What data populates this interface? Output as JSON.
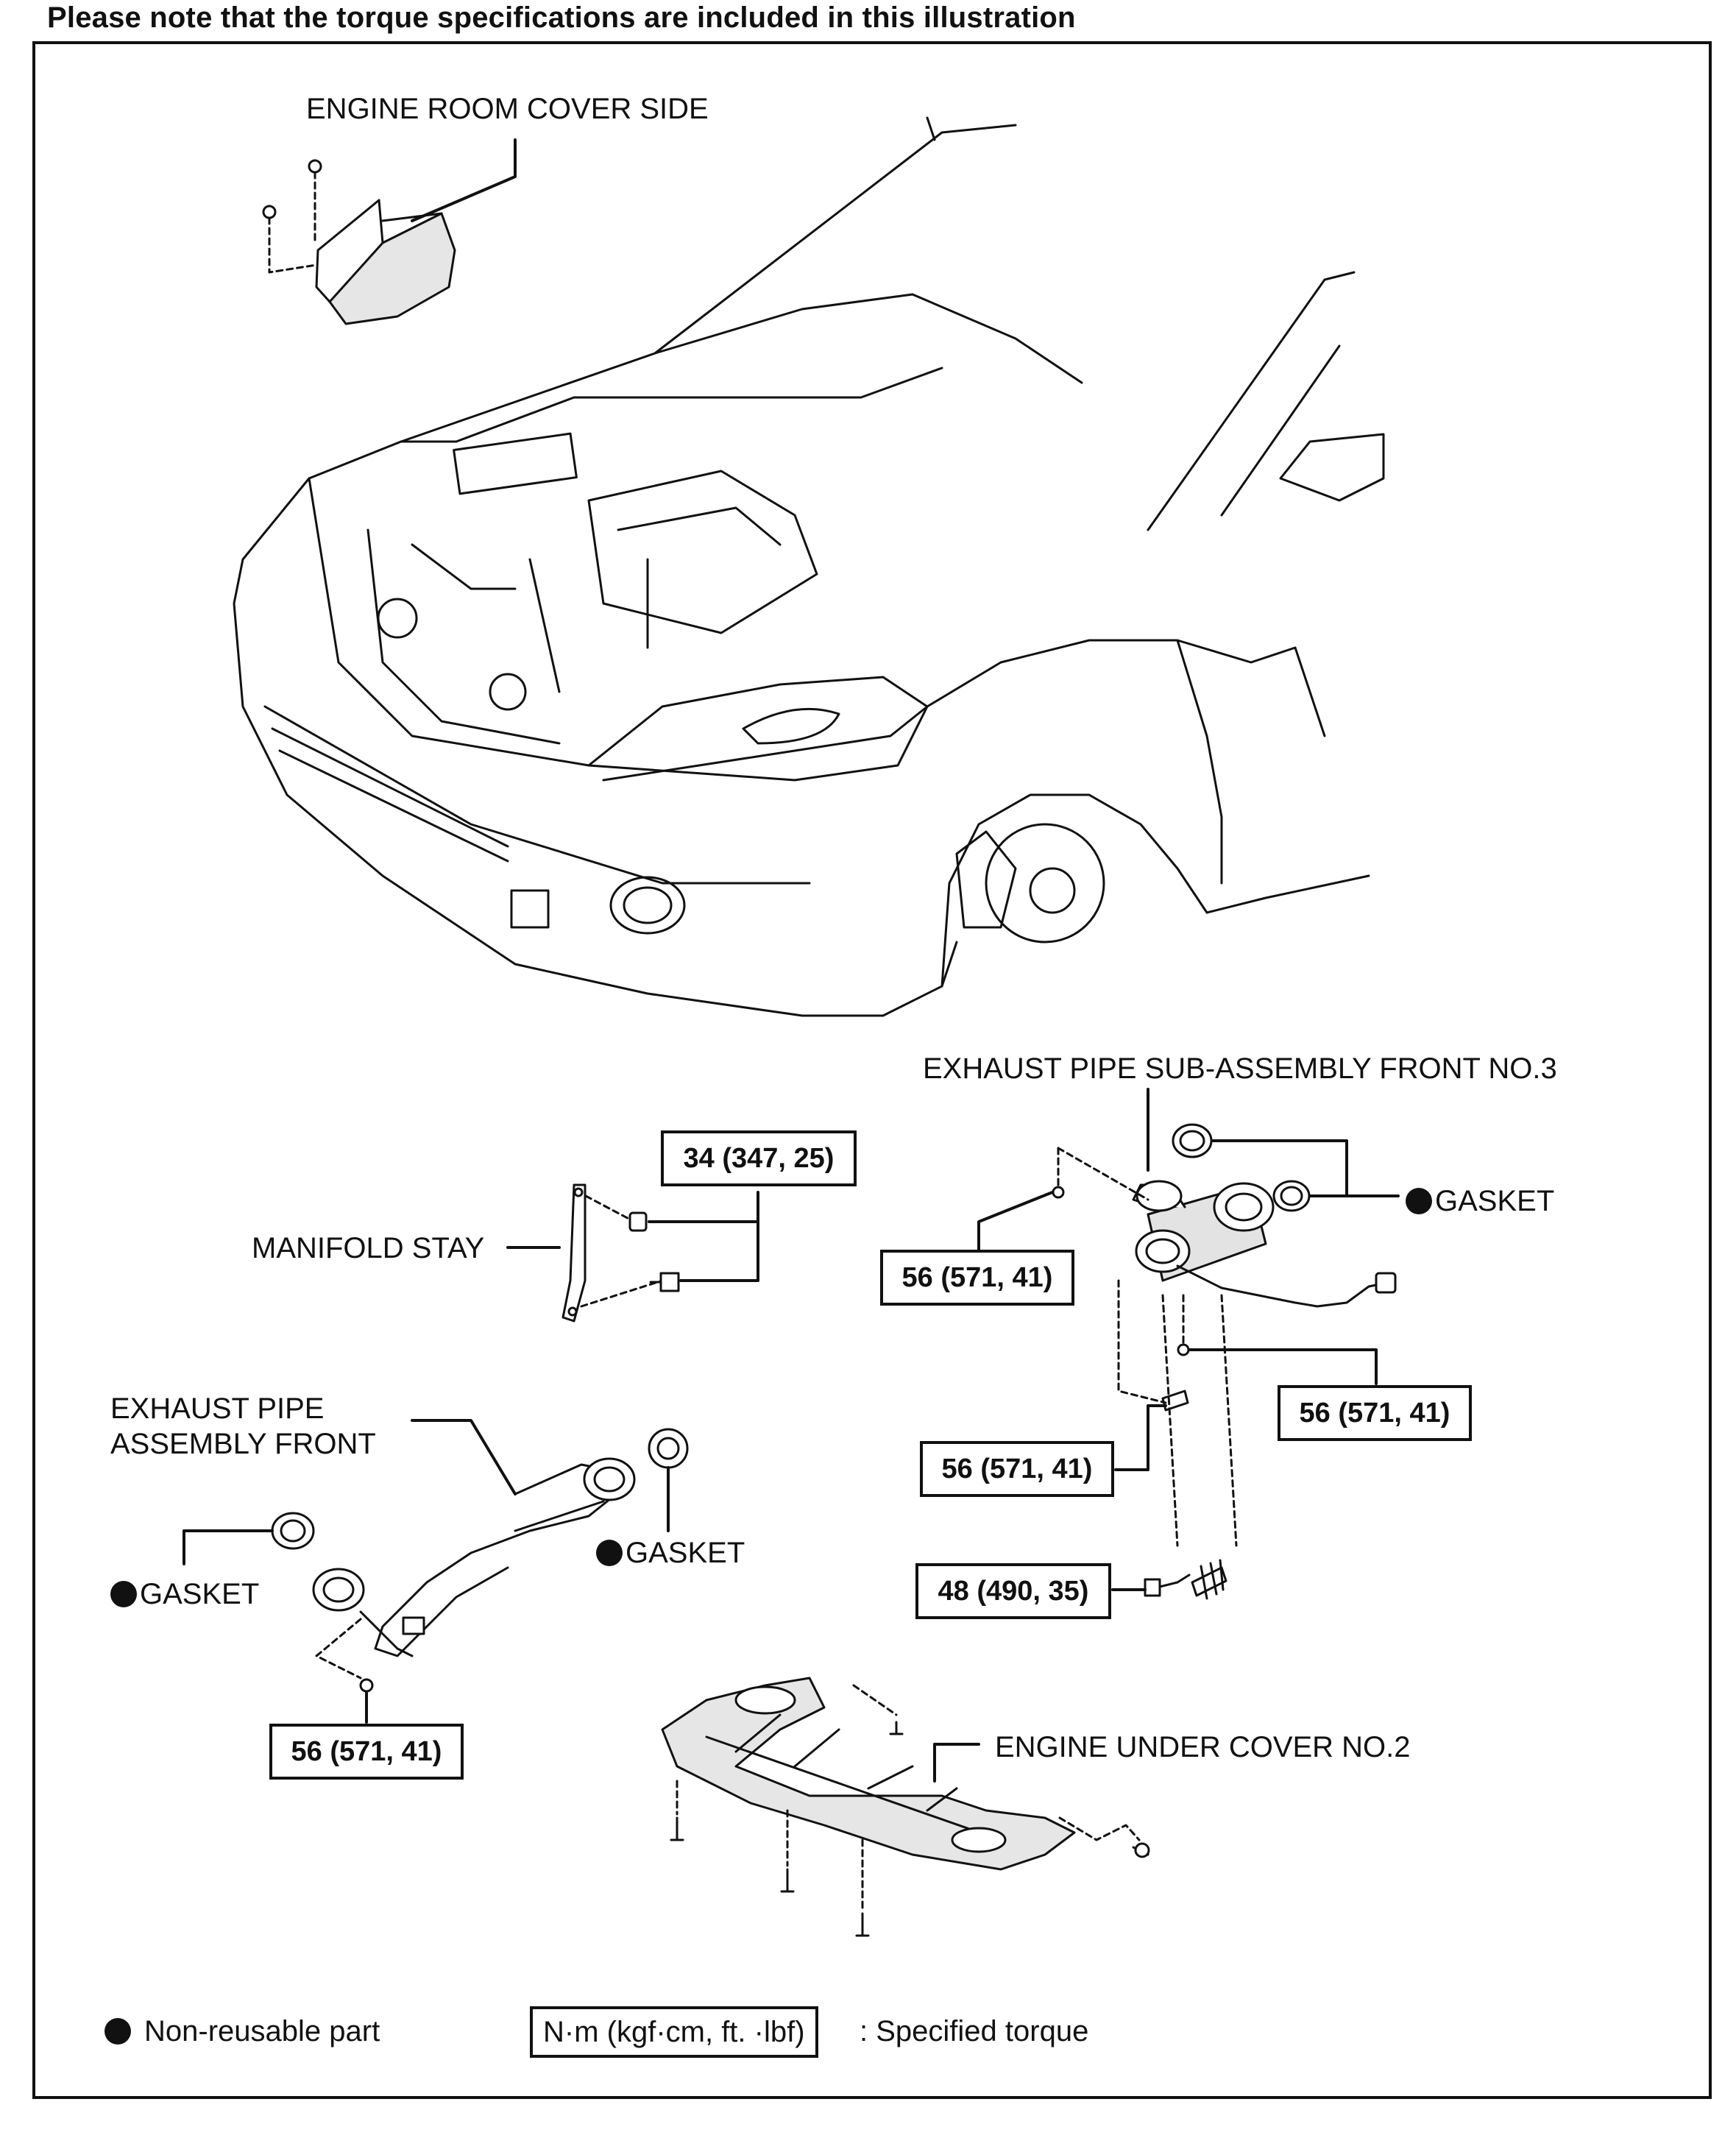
{
  "header": {
    "note": "Please note that the torque specifications are included in this illustration"
  },
  "labels": {
    "engine_room_cover_side": "ENGINE ROOM COVER SIDE",
    "exhaust_pipe_sub_assembly": "EXHAUST PIPE SUB-ASSEMBLY FRONT NO.3",
    "manifold_stay": "MANIFOLD STAY",
    "exhaust_pipe_assembly_line1": "EXHAUST PIPE",
    "exhaust_pipe_assembly_line2": "ASSEMBLY FRONT",
    "gasket": "GASKET",
    "engine_under_cover": "ENGINE UNDER COVER NO.2"
  },
  "torques": {
    "manifold_stay_bolt": "34 (347, 25)",
    "sub_assy_upper_nut": "56 (571, 41)",
    "sub_assy_right_nut": "56 (571, 41)",
    "sub_assy_stud": "56 (571, 41)",
    "sub_assy_spring_bolt": "48 (490, 35)",
    "front_pipe_nut": "56 (571, 41)"
  },
  "legend": {
    "non_reusable": "Non-reusable part",
    "torque_units": "N·m (kgf·cm, ft. ·lbf)",
    "torque_desc": ": Specified torque"
  },
  "icons": [
    "non-reusable-dot-icon"
  ]
}
